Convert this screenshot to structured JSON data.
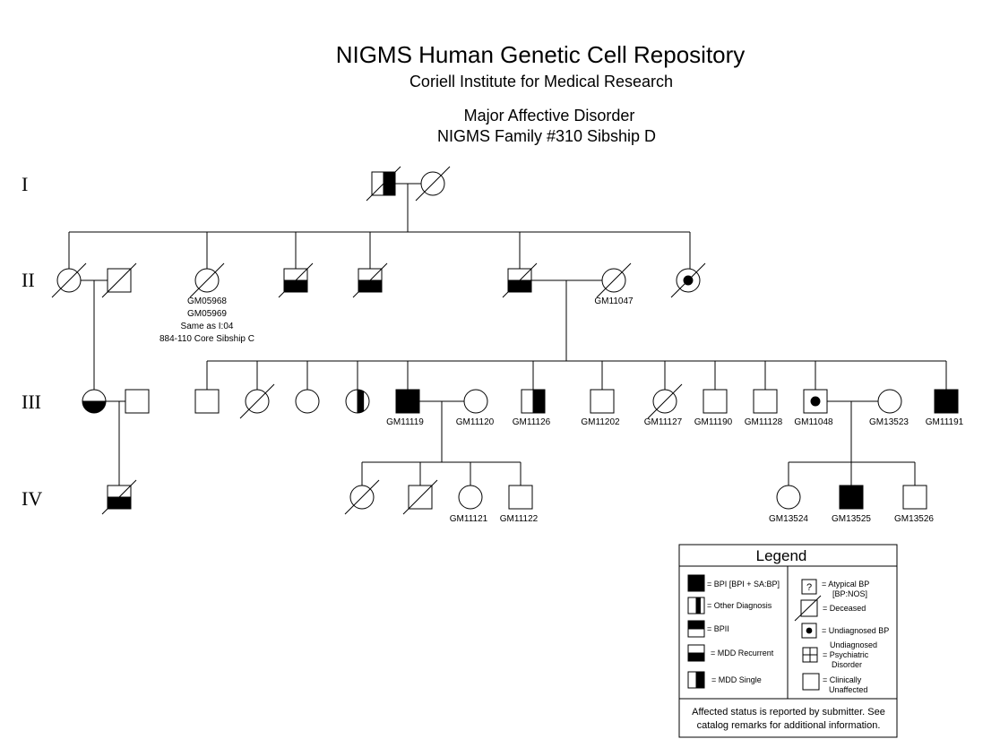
{
  "header": {
    "title": "NIGMS Human Genetic Cell Repository",
    "subtitle": "Coriell Institute for Medical Research",
    "disorder": "Major Affective Disorder",
    "family": "NIGMS Family #310 Sibship D"
  },
  "generations": [
    "I",
    "II",
    "III",
    "IV"
  ],
  "individuals": {
    "i_father": {
      "sex": "male",
      "status": "mdd_single",
      "deceased": true,
      "label": ""
    },
    "i_mother": {
      "sex": "female",
      "status": "unaffected",
      "deceased": true,
      "label": ""
    },
    "ii_1": {
      "sex": "female",
      "status": "unaffected",
      "deceased": true,
      "label": ""
    },
    "ii_1_spouse": {
      "sex": "male",
      "status": "unaffected",
      "deceased": true,
      "label": ""
    },
    "ii_2": {
      "sex": "female",
      "status": "unaffected",
      "deceased": true,
      "label": "GM05968"
    },
    "ii_3": {
      "sex": "male",
      "status": "mdd_recurrent",
      "deceased": true,
      "label": ""
    },
    "ii_4": {
      "sex": "male",
      "status": "mdd_recurrent",
      "deceased": true,
      "label": ""
    },
    "ii_5": {
      "sex": "male",
      "status": "mdd_recurrent",
      "deceased": true,
      "label": ""
    },
    "ii_5_spouse": {
      "sex": "female",
      "status": "unaffected",
      "deceased": true,
      "label": "GM11047"
    },
    "ii_6": {
      "sex": "female",
      "status": "undiagnosed_bp",
      "deceased": true,
      "label": ""
    },
    "iii_1": {
      "sex": "female",
      "status": "mdd_recurrent",
      "deceased": false,
      "label": ""
    },
    "iii_1_spouse": {
      "sex": "male",
      "status": "unaffected",
      "deceased": false,
      "label": ""
    },
    "iii_2": {
      "sex": "male",
      "status": "unaffected",
      "deceased": false,
      "label": ""
    },
    "iii_3": {
      "sex": "female",
      "status": "unaffected",
      "deceased": true,
      "label": ""
    },
    "iii_4": {
      "sex": "female",
      "status": "unaffected",
      "deceased": false,
      "label": ""
    },
    "iii_5": {
      "sex": "female",
      "status": "other_diagnosis",
      "deceased": false,
      "label": ""
    },
    "iii_6": {
      "sex": "male",
      "status": "bpi",
      "deceased": false,
      "label": "GM11119"
    },
    "iii_6_spouse": {
      "sex": "female",
      "status": "unaffected",
      "deceased": false,
      "label": "GM11120"
    },
    "iii_7": {
      "sex": "male",
      "status": "mdd_single",
      "deceased": false,
      "label": "GM11126"
    },
    "iii_8": {
      "sex": "male",
      "status": "unaffected",
      "deceased": false,
      "label": "GM11202"
    },
    "iii_9": {
      "sex": "female",
      "status": "unaffected",
      "deceased": true,
      "label": "GM11127"
    },
    "iii_10": {
      "sex": "male",
      "status": "unaffected",
      "deceased": false,
      "label": "GM11190"
    },
    "iii_11": {
      "sex": "male",
      "status": "unaffected",
      "deceased": false,
      "label": "GM11128"
    },
    "iii_12": {
      "sex": "male",
      "status": "undiagnosed_bp",
      "deceased": false,
      "label": "GM11048"
    },
    "iii_12_spouse": {
      "sex": "female",
      "status": "unaffected",
      "deceased": false,
      "label": "GM13523"
    },
    "iii_13": {
      "sex": "male",
      "status": "bpi",
      "deceased": false,
      "label": "GM11191"
    },
    "iv_1": {
      "sex": "male",
      "status": "mdd_recurrent",
      "deceased": true,
      "label": ""
    },
    "iv_2": {
      "sex": "female",
      "status": "unaffected",
      "deceased": true,
      "label": ""
    },
    "iv_3": {
      "sex": "male",
      "status": "unaffected",
      "deceased": true,
      "label": ""
    },
    "iv_4": {
      "sex": "female",
      "status": "unaffected",
      "deceased": false,
      "label": "GM11121"
    },
    "iv_5": {
      "sex": "male",
      "status": "unaffected",
      "deceased": false,
      "label": "GM11122"
    },
    "iv_6": {
      "sex": "female",
      "status": "unaffected",
      "deceased": false,
      "label": "GM13524"
    },
    "iv_7": {
      "sex": "male",
      "status": "bpi",
      "deceased": false,
      "label": "GM13525"
    },
    "iv_8": {
      "sex": "male",
      "status": "unaffected",
      "deceased": false,
      "label": "GM13526"
    }
  },
  "notes": {
    "ii_2_line2": "GM05969",
    "ii_2_line3": "Same as I:04",
    "ii_2_line4": "884-110 Core Sibship C"
  },
  "legend": {
    "title": "Legend",
    "bpi": "= BPI [BPI + SA:BP]",
    "other_diagnosis": "= Other Diagnosis",
    "bpii": "= BPII",
    "mdd_recurrent": "= MDD Recurrent",
    "mdd_single": "= MDD Single",
    "atypical_mark": "?",
    "atypical_line1": "= Atypical BP",
    "atypical_line2": "[BP:NOS]",
    "deceased": "= Deceased",
    "undiagnosed_bp": "= Undiagnosed BP",
    "psych_line1": "Undiagnosed",
    "psych_line2": "= Psychiatric",
    "psych_line3": "Disorder",
    "clin_line1": "= Clinically",
    "clin_line2": "Unaffected",
    "note_line1": "Affected status is reported by submitter. See",
    "note_line2": "catalog remarks for additional information."
  }
}
